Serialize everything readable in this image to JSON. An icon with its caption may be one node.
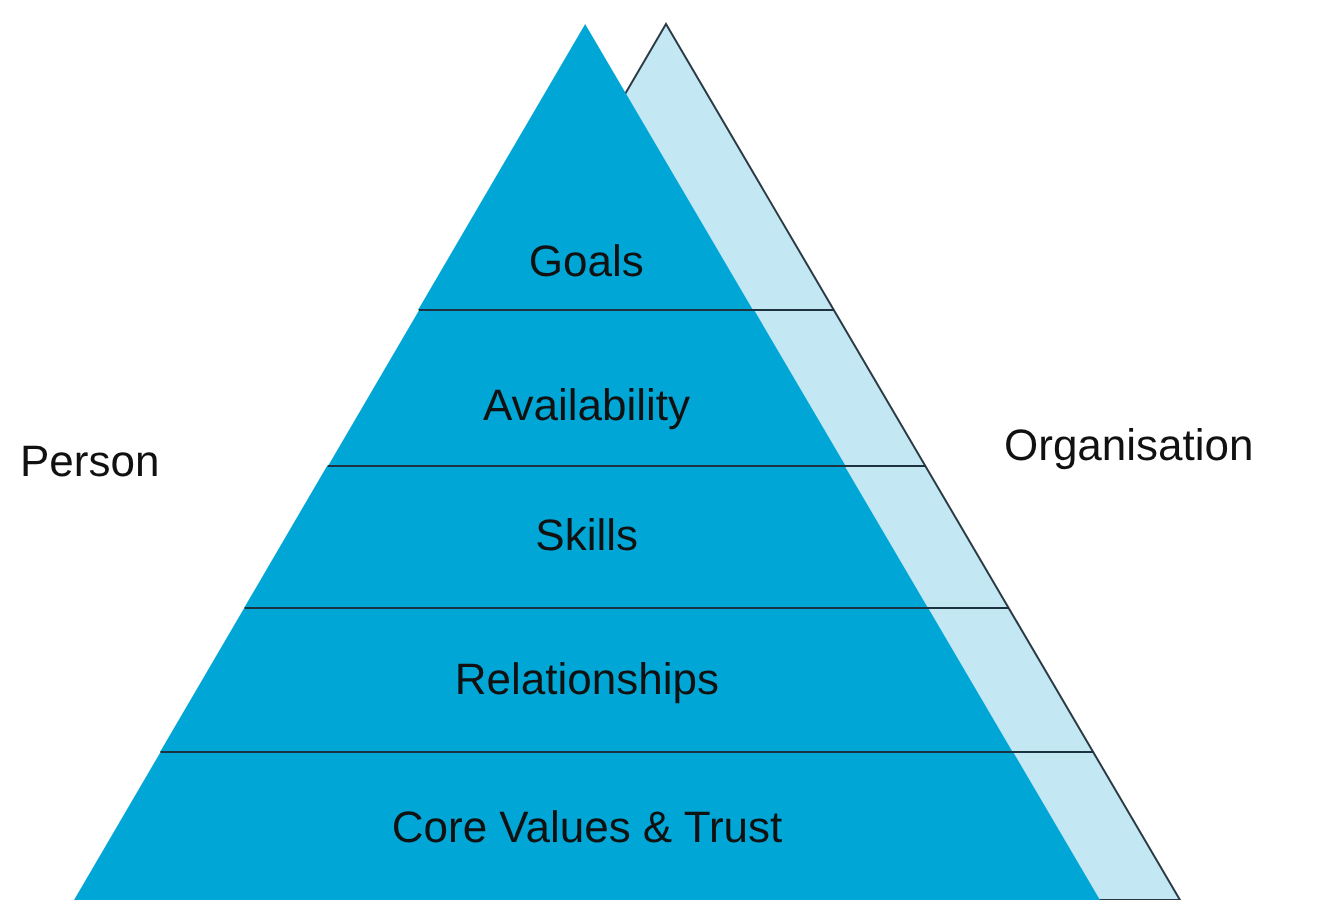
{
  "diagram": {
    "nodes": [
      {
        "text": [
          "Goals"
        ]
      },
      {
        "text": [
          "Availability"
        ]
      },
      {
        "text": [
          "Skills"
        ]
      },
      {
        "text": [
          "Relationships"
        ]
      },
      {
        "text": [
          "Core Values & Trust"
        ]
      }
    ],
    "labels": [
      "Person",
      "Organisation"
    ]
  }
}
